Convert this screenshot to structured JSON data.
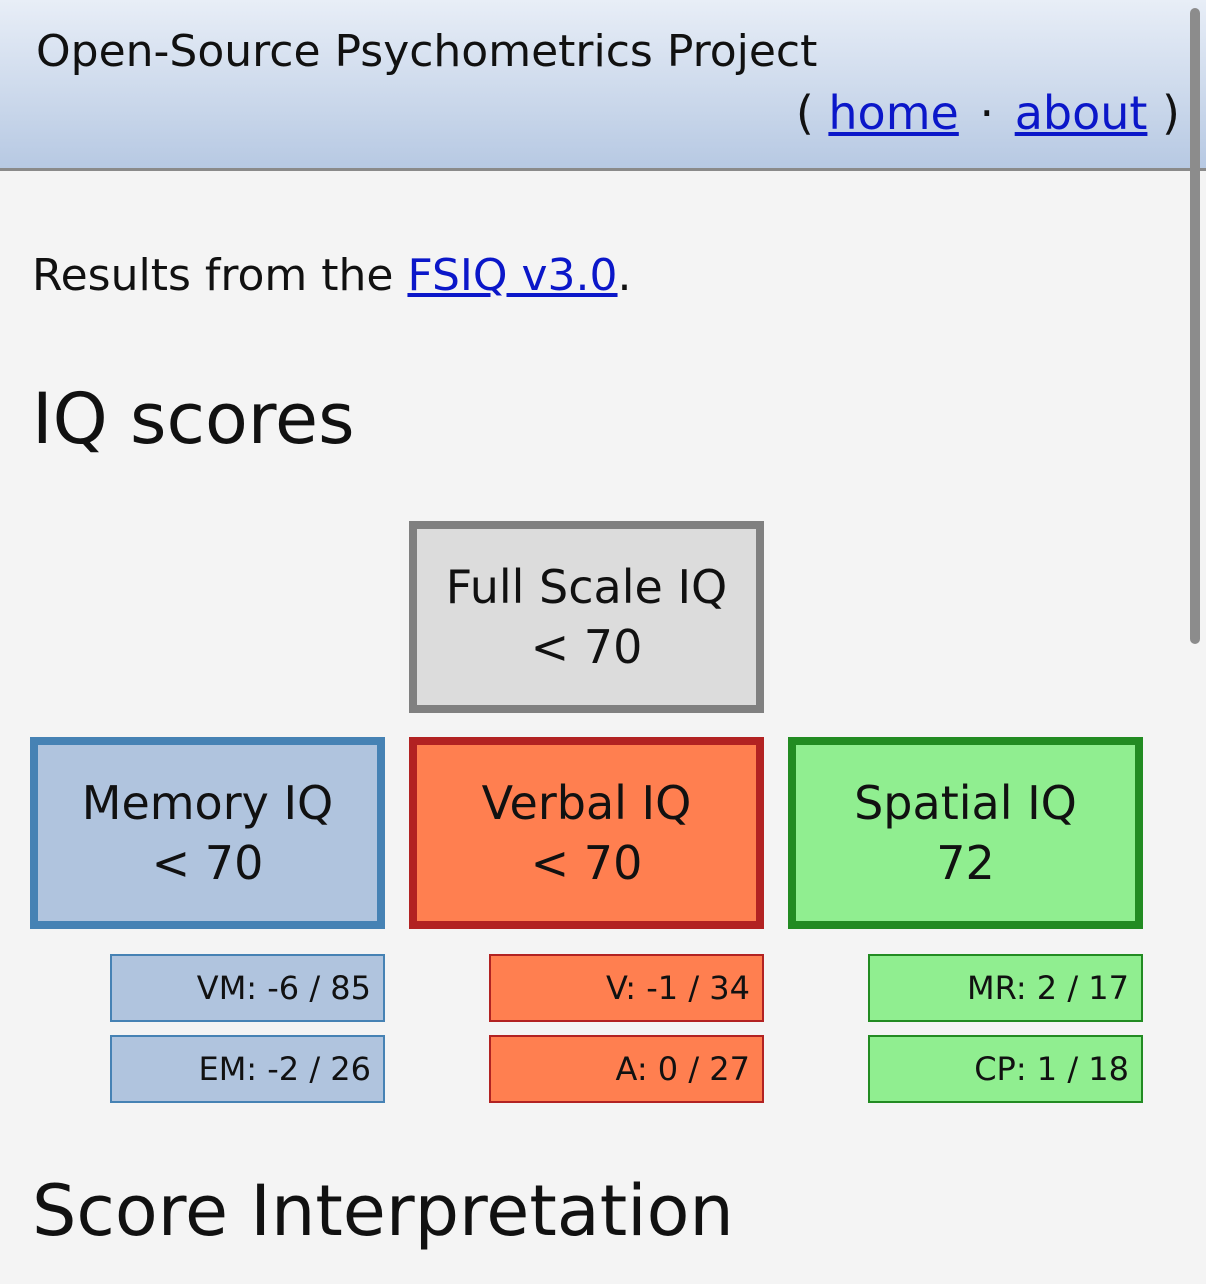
{
  "header": {
    "site_title": "Open-Source Psychometrics Project",
    "nav_open": "(",
    "nav_home": "home",
    "nav_sep": "·",
    "nav_about": "about",
    "nav_close": ")"
  },
  "intro": {
    "prefix": "Results from the ",
    "test_link": "FSIQ v3.0",
    "suffix": "."
  },
  "headings": {
    "iq_scores": "IQ scores",
    "interpretation": "Score Interpretation"
  },
  "scores": {
    "full_scale": {
      "label": "Full Scale IQ",
      "value": "< 70"
    },
    "memory": {
      "label": "Memory IQ",
      "value": "< 70"
    },
    "verbal": {
      "label": "Verbal IQ",
      "value": "< 70"
    },
    "spatial": {
      "label": "Spatial IQ",
      "value": "72"
    }
  },
  "subscores": {
    "vm": "VM: -6 / 85",
    "em": "EM: -2 / 26",
    "v": "V: -1 / 34",
    "a": "A: 0 / 27",
    "mr": "MR: 2 / 17",
    "cp": "CP: 1 / 18"
  },
  "colors": {
    "memory_fill": "#b0c4de",
    "memory_border": "#4682b4",
    "verbal_fill": "#ff7f50",
    "verbal_border": "#b22222",
    "spatial_fill": "#90ee90",
    "spatial_border": "#228b22",
    "full_fill": "#dcdcdc",
    "full_border": "#808080",
    "link": "#0b17c9"
  }
}
